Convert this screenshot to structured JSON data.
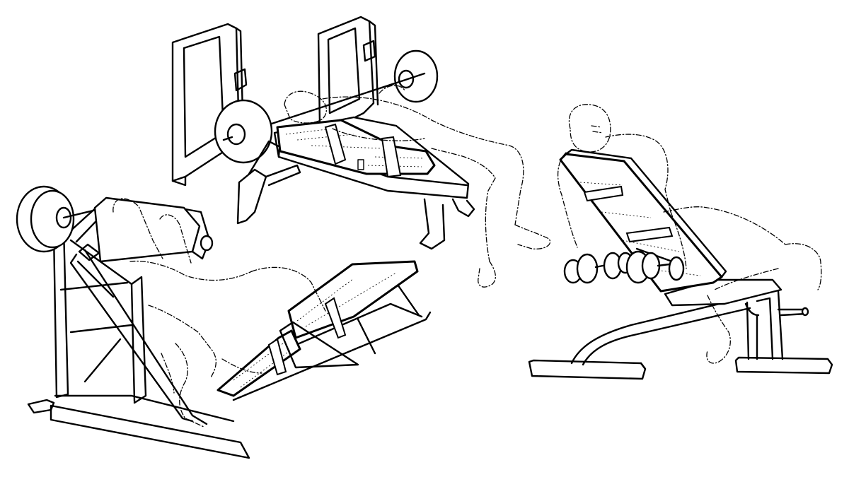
{
  "figure": {
    "background": "#ffffff",
    "line_color": "#000000",
    "panels": [
      {
        "id": "bench-press",
        "equipment": "flat-bench-press-with-barbell-rack",
        "figure_style": "dash-dot-outline"
      },
      {
        "id": "leg-press",
        "equipment": "incline-leg-press-sled",
        "figure_style": "dash-dot-outline"
      },
      {
        "id": "incline-dumbbell",
        "equipment": "adjustable-incline-bench-with-dumbbells",
        "figure_style": "dash-dot-outline"
      }
    ],
    "accessory": "strap-on-seat-cushion"
  }
}
